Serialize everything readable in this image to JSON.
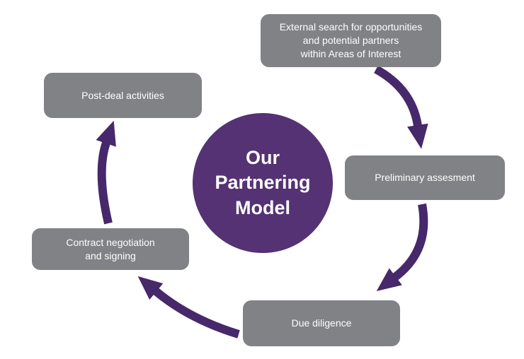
{
  "diagram": {
    "center": {
      "title": "Our\nPartnering\nModel"
    },
    "steps": [
      {
        "label": "External search for opportunities\nand potential partners\nwithin Areas of Interest"
      },
      {
        "label": "Preliminary assesment"
      },
      {
        "label": "Due diligence"
      },
      {
        "label": "Contract negotiation\nand signing"
      },
      {
        "label": "Post-deal activities"
      }
    ],
    "colors": {
      "box_gray": "#808285",
      "circle_purple": "#543273",
      "arrow_purple": "#47286A",
      "text_white": "#FFFFFF",
      "background": "#FFFFFF"
    }
  }
}
